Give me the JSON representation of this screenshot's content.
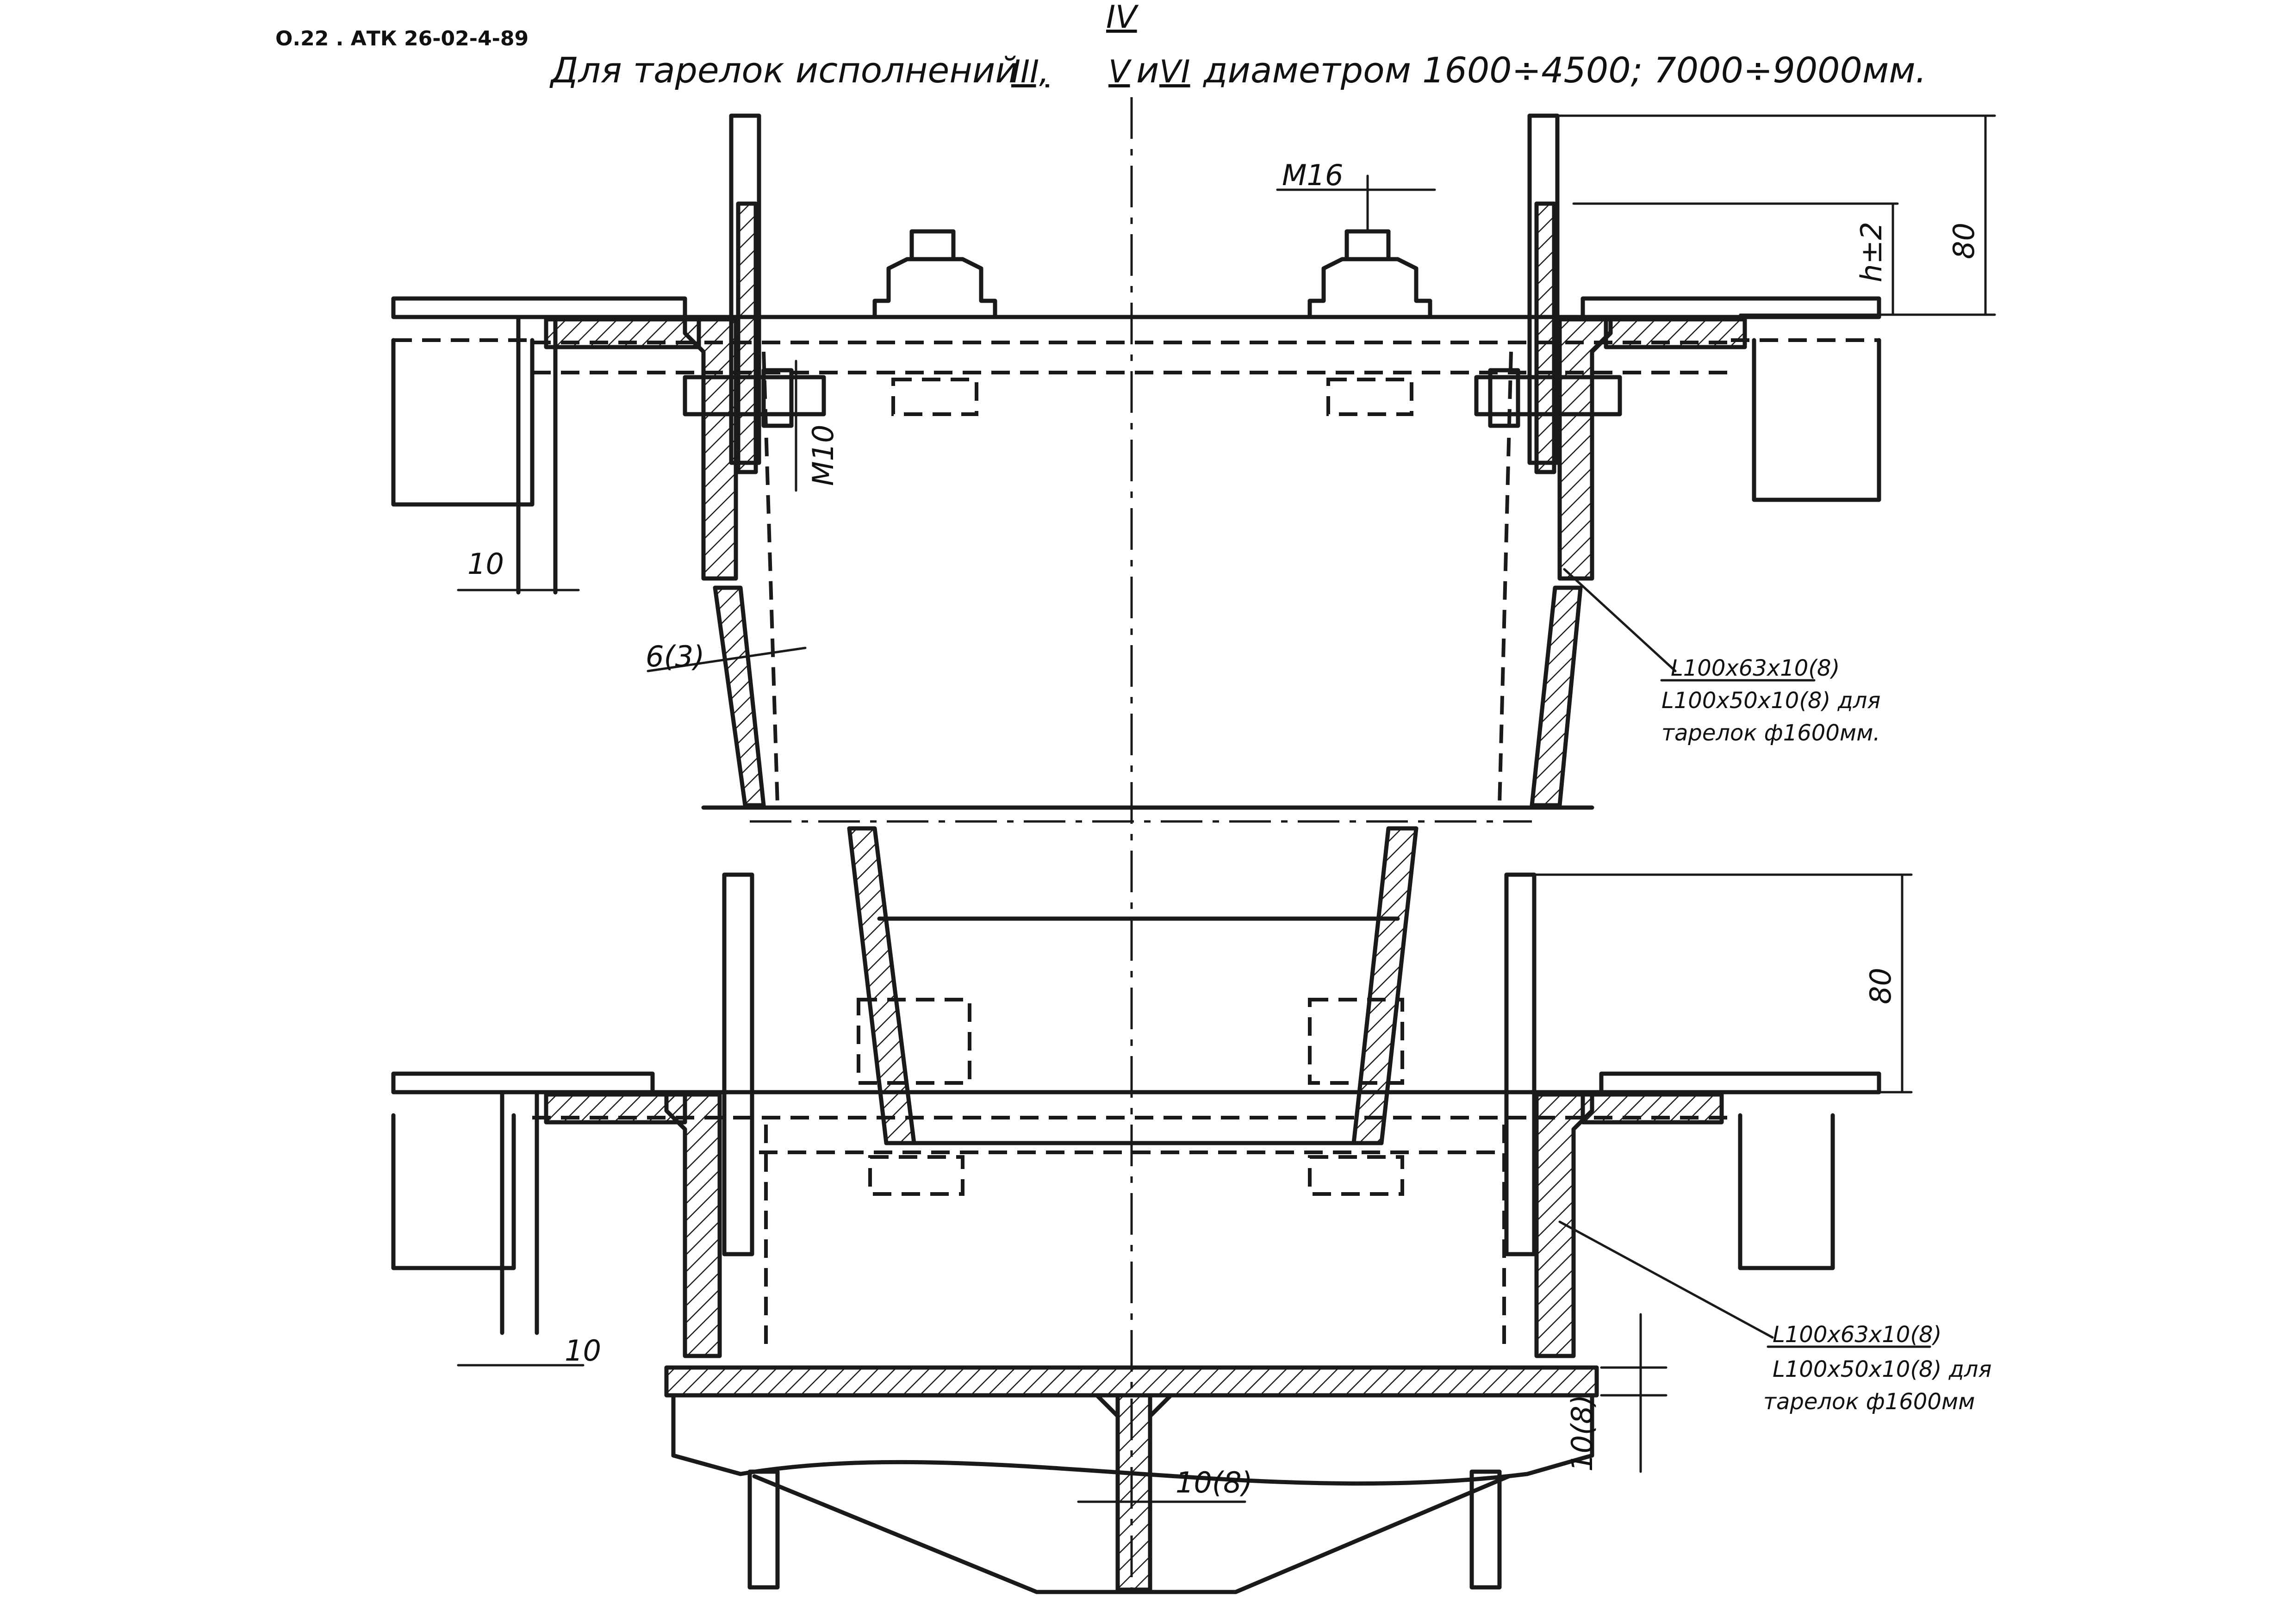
{
  "header": {
    "doc_code": "О.22 . АТК 26-02-4-89",
    "title_prefix": "Для тарелок исполнений",
    "version_III": "III,",
    "version_IV": "IV",
    "version_V": "V",
    "conj": "и",
    "version_VI": "VI",
    "title_suffix": "диаметром 1600÷4500; 7000÷9000мм."
  },
  "upper_view": {
    "bolt_label": "М16",
    "bolt_small_label": "М10",
    "dim_height_total": "80",
    "dim_height_tol": "h±2",
    "dim_gap": "10",
    "dim_wall": "6(3)",
    "angle_note": {
      "line1": "L100x63x10(8)",
      "line2": "L100x50x10(8) для",
      "line3": "тарелок ф1600мм."
    }
  },
  "lower_view": {
    "dim_height_total": "80",
    "dim_gap": "10",
    "dim_plate": "10(8)",
    "dim_rib": "10(8)",
    "angle_note": {
      "line1": "L100x63x10(8)",
      "line2": "L100x50x10(8) для",
      "line3": "тарелок ф1600мм"
    }
  }
}
